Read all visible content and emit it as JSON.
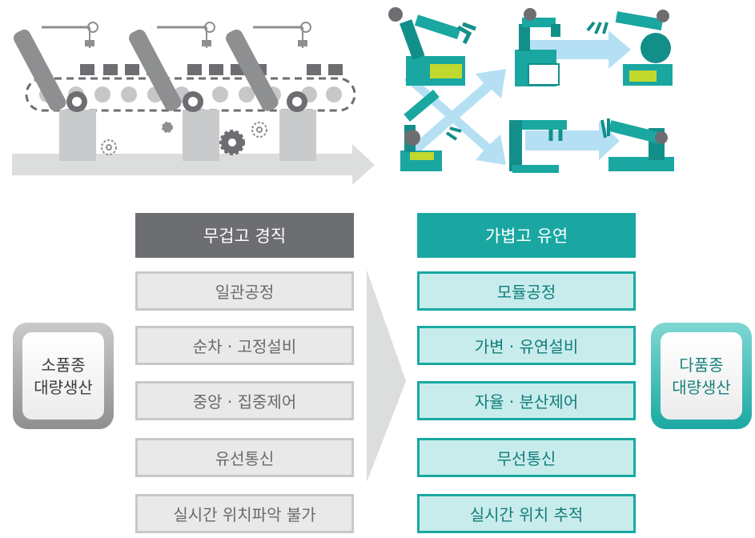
{
  "left_column": {
    "header": "무겁고 경직",
    "items": [
      "일관공정",
      "순차 · 고정설비",
      "중앙 · 집중제어",
      "유선통신",
      "실시간 위치파악 불가"
    ]
  },
  "right_column": {
    "header": "가볍고 유연",
    "items": [
      "모듈공정",
      "가변 · 유연설비",
      "자율 · 분산제어",
      "무선통신",
      "실시간 위치 추적"
    ]
  },
  "left_badge": {
    "line1": "소품종",
    "line2": "대량생산"
  },
  "right_badge": {
    "line1": "다품종",
    "line2": "대량생산"
  },
  "colors": {
    "gray_header": "#6d6e71",
    "teal_header": "#1aa7a1",
    "teal_box": "#c8ecec",
    "gray_box": "#e9e9e9"
  },
  "icons": [
    "conveyor-belt-illustration",
    "robot-arm-icon",
    "gear-icon",
    "arrow-right-icon"
  ]
}
